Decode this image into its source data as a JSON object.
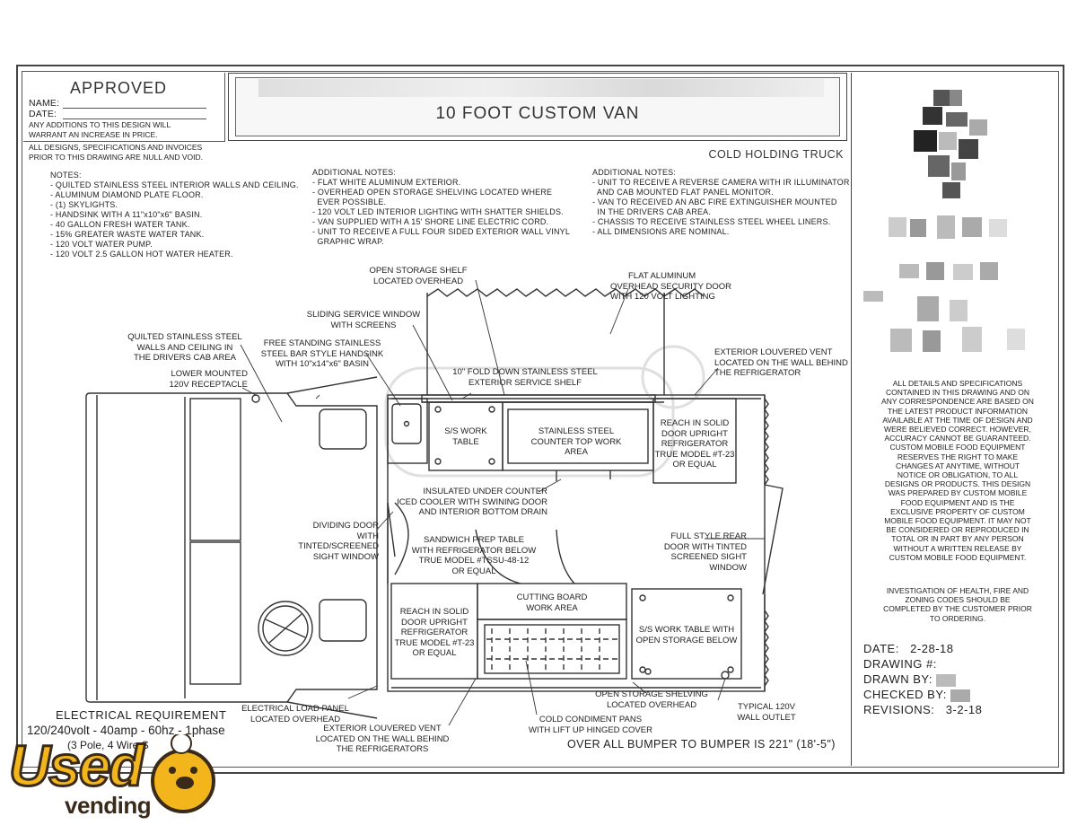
{
  "approval": {
    "title": "APPROVED",
    "name_label": "NAME:",
    "date_label": "DATE:",
    "price_warning": "ANY ADDITIONS TO THIS DESIGN WILL WARRANT AN INCREASE IN PRICE.",
    "void_notice": "ALL DESIGNS, SPECIFICATIONS AND INVOICES PRIOR TO THIS DRAWING ARE NULL AND VOID."
  },
  "title_block": {
    "heading": "10 FOOT CUSTOM VAN",
    "subtitle": "COLD HOLDING TRUCK"
  },
  "notes": {
    "heading": "NOTES:",
    "items": [
      "- QUILTED STAINLESS STEEL INTERIOR WALLS AND CEILING.",
      "- ALUMINUM DIAMOND PLATE FLOOR.",
      "- (1) SKYLIGHTS.",
      "- HANDSINK WITH A 11\"x10\"x6\" BASIN.",
      "- 40 GALLON FRESH WATER TANK.",
      "- 15% GREATER WASTE WATER TANK.",
      "- 120 VOLT WATER PUMP.",
      "- 120 VOLT 2.5 GALLON HOT WATER HEATER."
    ]
  },
  "additional_notes_1": {
    "heading": "ADDITIONAL NOTES:",
    "items": [
      "- FLAT WHITE ALUMINUM EXTERIOR.",
      "- OVERHEAD OPEN STORAGE SHELVING LOCATED WHERE",
      "  EVER POSSIBLE.",
      "- 120 VOLT LED INTERIOR LIGHTING WITH SHATTER SHIELDS.",
      "- VAN SUPPLIED WITH A 15' SHORE LINE ELECTRIC CORD.",
      "- UNIT TO RECEIVE A FULL FOUR SIDED EXTERIOR WALL VINYL",
      "  GRAPHIC WRAP."
    ]
  },
  "additional_notes_2": {
    "heading": "ADDITIONAL NOTES:",
    "items": [
      "- UNIT TO RECEIVE A REVERSE CAMERA WITH IR ILLUMINATOR",
      "  AND CAB MOUNTED FLAT PANEL MONITOR.",
      "- VAN TO RECEIVED AN ABC FIRE EXTINGUISHER MOUNTED",
      "  IN THE DRIVERS CAB AREA.",
      "- CHASSIS TO RECEIVE STAINLESS STEEL WHEEL LINERS.",
      "- ALL DIMENSIONS ARE NOMINAL."
    ]
  },
  "callouts": {
    "open_storage_shelf": [
      "OPEN STORAGE SHELF",
      "LOCATED OVERHEAD"
    ],
    "security_door": [
      "FLAT ALUMINUM",
      "OVERHEAD SECURITY DOOR",
      "WITH 120 VOLT LIGHTING"
    ],
    "sliding_window": [
      "SLIDING SERVICE WINDOW",
      "WITH SCREENS"
    ],
    "quilted_walls": [
      "QUILTED STAINLESS STEEL",
      "WALLS AND CEILING IN",
      "THE DRIVERS CAB AREA"
    ],
    "handsink": [
      "FREE STANDING STAINLESS",
      "STEEL BAR STYLE HANDSINK",
      "WITH 10\"x14\"x6\" BASIN"
    ],
    "receptacle": [
      "LOWER MOUNTED",
      "120V RECEPTACLE"
    ],
    "louvered_vent_top": [
      "EXTERIOR LOUVERED VENT",
      "LOCATED ON THE WALL BEHIND",
      "THE REFRIGERATOR"
    ],
    "service_shelf": [
      "10\" FOLD DOWN STAINLESS STEEL",
      "EXTERIOR SERVICE SHELF"
    ],
    "work_table": [
      "S/S WORK",
      "TABLE"
    ],
    "counter_top": [
      "STAINLESS STEEL",
      "COUNTER TOP WORK",
      "AREA"
    ],
    "reach_in_top": [
      "REACH IN SOLID",
      "DOOR UPRIGHT",
      "REFRIGERATOR",
      "TRUE MODEL #T-23",
      "OR EQUAL"
    ],
    "iced_cooler": [
      "INSULATED UNDER COUNTER",
      "ICED COOLER WITH SWINING DOOR",
      "AND INTERIOR BOTTOM DRAIN"
    ],
    "dividing_door": [
      "DIVIDING DOOR",
      "WITH TINTED/SCREENED",
      "SIGHT WINDOW"
    ],
    "sandwich_table": [
      "SANDWICH PREP TABLE",
      "WITH REFRIGERATOR BELOW",
      "TRUE MODEL #TSSU-48-12",
      "OR EQUAL"
    ],
    "rear_door": [
      "FULL STYLE REAR",
      "DOOR WITH TINTED",
      "SCREENED SIGHT WINDOW"
    ],
    "cutting_board": [
      "CUTTING BOARD",
      "WORK AREA"
    ],
    "reach_in_bottom": [
      "REACH IN SOLID",
      "DOOR UPRIGHT",
      "REFRIGERATOR",
      "TRUE MODEL #T-23",
      "OR EQUAL"
    ],
    "work_table_storage": [
      "S/S WORK TABLE WITH",
      "OPEN STORAGE BELOW"
    ],
    "load_panel": [
      "ELECTRICAL LOAD PANEL",
      "LOCATED OVERHEAD"
    ],
    "open_shelving": [
      "OPEN STORAGE SHELVING",
      "LOCATED OVERHEAD"
    ],
    "wall_outlet": [
      "TYPICAL 120V",
      "WALL OUTLET"
    ],
    "louvered_vent_bottom": [
      "EXTERIOR LOUVERED VENT",
      "LOCATED ON THE WALL BEHIND",
      "THE REFRIGERATORS"
    ],
    "condiment_pans": [
      "COLD CONDIMENT PANS",
      "WITH LIFT UP HINGED COVER"
    ]
  },
  "electrical": {
    "heading": "ELECTRICAL REQUIREMENT",
    "spec": "120/240volt - 40amp - 60hz - 1phase",
    "wiring": "(3 Pole, 4 Wire S"
  },
  "overall_length": "OVER ALL BUMPER TO BUMPER IS 221\" (18'-5\")",
  "disclaimer": "ALL DETAILS AND SPECIFICATIONS CONTAINED IN THIS DRAWING AND ON ANY CORRESPONDENCE ARE BASED ON THE LATEST PRODUCT INFORMATION AVAILABLE AT THE TIME OF DESIGN AND WERE BELIEVED CORRECT. HOWEVER, ACCURACY CANNOT BE GUARANTEED. CUSTOM MOBILE FOOD EQUIPMENT RESERVES THE RIGHT TO MAKE CHANGES AT ANYTIME, WITHOUT NOTICE OR OBLIGATION, TO ALL DESIGNS OR PRODUCTS. THIS DESIGN WAS PREPARED BY CUSTOM MOBILE FOOD EQUIPMENT AND IS THE EXCLUSIVE PROPERTY OF CUSTOM MOBILE FOOD EQUIPMENT. IT MAY NOT BE CONSIDERED OR REPRODUCED IN TOTAL OR IN PART BY ANY PERSON WITHOUT A WRITTEN RELEASE BY CUSTOM MOBILE FOOD EQUIPMENT.",
  "investigation": "INVESTIGATION OF HEALTH, FIRE AND ZONING CODES SHOULD BE COMPLETED BY THE CUSTOMER PRIOR TO ORDERING.",
  "meta": {
    "date_label": "DATE:",
    "date_value": "2-28-18",
    "drawing_label": "DRAWING #:",
    "drawn_label": "DRAWN BY:",
    "checked_label": "CHECKED BY:",
    "revisions_label": "REVISIONS:",
    "revisions_value": "3-2-18"
  },
  "watermark": {
    "line1": "Used",
    "line2": "vending"
  },
  "colors": {
    "line": "#333333",
    "logo_yellow": "#f2b51c",
    "logo_brown": "#3a2a1a"
  }
}
